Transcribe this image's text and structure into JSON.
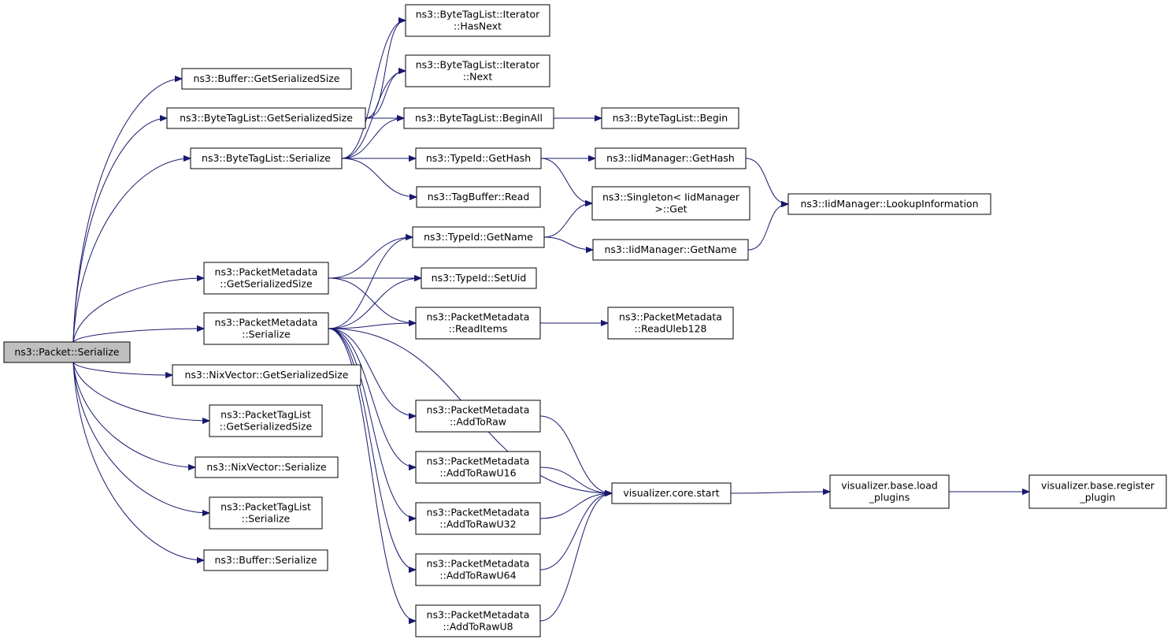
{
  "colors": {
    "edge": "#191970",
    "root_fill": "#bfbfbf",
    "node_fill": "#ffffff",
    "node_border": "#000000"
  },
  "nodes": [
    {
      "id": "root",
      "lines": [
        "ns3::Packet::Serialize"
      ],
      "root": true
    },
    {
      "id": "buf_gss",
      "lines": [
        "ns3::Buffer::GetSerializedSize"
      ]
    },
    {
      "id": "btl_gss",
      "lines": [
        "ns3::ByteTagList::GetSerializedSize"
      ]
    },
    {
      "id": "btl_ser",
      "lines": [
        "ns3::ByteTagList::Serialize"
      ]
    },
    {
      "id": "pm_gss",
      "lines": [
        "ns3::PacketMetadata",
        "::GetSerializedSize"
      ]
    },
    {
      "id": "pm_ser",
      "lines": [
        "ns3::PacketMetadata",
        "::Serialize"
      ]
    },
    {
      "id": "nix_gss",
      "lines": [
        "ns3::NixVector::GetSerializedSize"
      ]
    },
    {
      "id": "ptl_gss",
      "lines": [
        "ns3::PacketTagList",
        "::GetSerializedSize"
      ]
    },
    {
      "id": "nix_ser",
      "lines": [
        "ns3::NixVector::Serialize"
      ]
    },
    {
      "id": "ptl_ser",
      "lines": [
        "ns3::PacketTagList",
        "::Serialize"
      ]
    },
    {
      "id": "buf_ser",
      "lines": [
        "ns3::Buffer::Serialize"
      ]
    },
    {
      "id": "it_hasnext",
      "lines": [
        "ns3::ByteTagList::Iterator",
        "::HasNext"
      ]
    },
    {
      "id": "it_next",
      "lines": [
        "ns3::ByteTagList::Iterator",
        "::Next"
      ]
    },
    {
      "id": "btl_beginall",
      "lines": [
        "ns3::ByteTagList::BeginAll"
      ]
    },
    {
      "id": "tid_gethash",
      "lines": [
        "ns3::TypeId::GetHash"
      ]
    },
    {
      "id": "tagbuf_read",
      "lines": [
        "ns3::TagBuffer::Read"
      ]
    },
    {
      "id": "tid_getname",
      "lines": [
        "ns3::TypeId::GetName"
      ]
    },
    {
      "id": "tid_setuid",
      "lines": [
        "ns3::TypeId::SetUid"
      ]
    },
    {
      "id": "pm_readitems",
      "lines": [
        "ns3::PacketMetadata",
        "::ReadItems"
      ]
    },
    {
      "id": "pm_addtoraw",
      "lines": [
        "ns3::PacketMetadata",
        "::AddToRaw"
      ]
    },
    {
      "id": "pm_addtorawu16",
      "lines": [
        "ns3::PacketMetadata",
        "::AddToRawU16"
      ]
    },
    {
      "id": "pm_addtorawu32",
      "lines": [
        "ns3::PacketMetadata",
        "::AddToRawU32"
      ]
    },
    {
      "id": "pm_addtorawu64",
      "lines": [
        "ns3::PacketMetadata",
        "::AddToRawU64"
      ]
    },
    {
      "id": "pm_addtorawu8",
      "lines": [
        "ns3::PacketMetadata",
        "::AddToRawU8"
      ]
    },
    {
      "id": "btl_begin",
      "lines": [
        "ns3::ByteTagList::Begin"
      ]
    },
    {
      "id": "iid_gethash",
      "lines": [
        "ns3::IidManager::GetHash"
      ]
    },
    {
      "id": "singleton_get",
      "lines": [
        "ns3::Singleton< IidManager",
        ">::Get"
      ]
    },
    {
      "id": "iid_getname",
      "lines": [
        "ns3::IidManager::GetName"
      ]
    },
    {
      "id": "pm_readuleb",
      "lines": [
        "ns3::PacketMetadata",
        "::ReadUleb128"
      ]
    },
    {
      "id": "viz_start",
      "lines": [
        "visualizer.core.start"
      ]
    },
    {
      "id": "iid_lookup",
      "lines": [
        "ns3::IidManager::LookupInformation"
      ]
    },
    {
      "id": "viz_load",
      "lines": [
        "visualizer.base.load",
        "_plugins"
      ]
    },
    {
      "id": "viz_register",
      "lines": [
        "visualizer.base.register",
        "_plugin"
      ]
    }
  ],
  "edges": [
    {
      "from": "root",
      "to": "buf_gss"
    },
    {
      "from": "root",
      "to": "btl_gss"
    },
    {
      "from": "root",
      "to": "btl_ser"
    },
    {
      "from": "root",
      "to": "pm_gss"
    },
    {
      "from": "root",
      "to": "pm_ser"
    },
    {
      "from": "root",
      "to": "nix_gss"
    },
    {
      "from": "root",
      "to": "ptl_gss"
    },
    {
      "from": "root",
      "to": "nix_ser"
    },
    {
      "from": "root",
      "to": "ptl_ser"
    },
    {
      "from": "root",
      "to": "buf_ser"
    },
    {
      "from": "btl_gss",
      "to": "it_hasnext"
    },
    {
      "from": "btl_gss",
      "to": "it_next"
    },
    {
      "from": "btl_gss",
      "to": "btl_beginall"
    },
    {
      "from": "btl_ser",
      "to": "it_hasnext"
    },
    {
      "from": "btl_ser",
      "to": "it_next"
    },
    {
      "from": "btl_ser",
      "to": "btl_beginall"
    },
    {
      "from": "btl_ser",
      "to": "tid_gethash"
    },
    {
      "from": "btl_ser",
      "to": "tagbuf_read"
    },
    {
      "from": "btl_beginall",
      "to": "btl_begin"
    },
    {
      "from": "tid_gethash",
      "to": "iid_gethash"
    },
    {
      "from": "tid_gethash",
      "to": "singleton_get"
    },
    {
      "from": "iid_gethash",
      "to": "iid_lookup"
    },
    {
      "from": "pm_gss",
      "to": "tid_getname"
    },
    {
      "from": "pm_gss",
      "to": "tid_setuid"
    },
    {
      "from": "pm_gss",
      "to": "pm_readitems"
    },
    {
      "from": "pm_ser",
      "to": "tid_getname"
    },
    {
      "from": "pm_ser",
      "to": "tid_setuid"
    },
    {
      "from": "pm_ser",
      "to": "pm_readitems"
    },
    {
      "from": "pm_ser",
      "to": "viz_start"
    },
    {
      "from": "pm_ser",
      "to": "pm_addtoraw"
    },
    {
      "from": "pm_ser",
      "to": "pm_addtorawu16"
    },
    {
      "from": "pm_ser",
      "to": "pm_addtorawu32"
    },
    {
      "from": "pm_ser",
      "to": "pm_addtorawu64"
    },
    {
      "from": "pm_ser",
      "to": "pm_addtorawu8"
    },
    {
      "from": "tid_getname",
      "to": "singleton_get"
    },
    {
      "from": "tid_getname",
      "to": "iid_getname"
    },
    {
      "from": "iid_getname",
      "to": "iid_lookup"
    },
    {
      "from": "pm_readitems",
      "to": "pm_readuleb"
    },
    {
      "from": "pm_addtoraw",
      "to": "viz_start"
    },
    {
      "from": "pm_addtorawu16",
      "to": "viz_start"
    },
    {
      "from": "pm_addtorawu32",
      "to": "viz_start"
    },
    {
      "from": "pm_addtorawu64",
      "to": "viz_start"
    },
    {
      "from": "pm_addtorawu8",
      "to": "viz_start"
    },
    {
      "from": "viz_start",
      "to": "viz_load"
    },
    {
      "from": "viz_load",
      "to": "viz_register"
    }
  ]
}
